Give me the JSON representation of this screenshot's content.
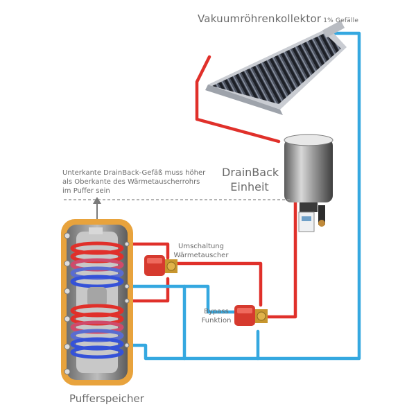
{
  "labels": {
    "collector": "Vakuumröhrenkollektor",
    "slope": "1% Gefälle",
    "drainback_line1": "DrainBack",
    "drainback_line2": "Einheit",
    "note_line1": "Unterkante DrainBack-Gefäß muss höher",
    "note_line2": "als Oberkante des Wärmetauscherrohrs",
    "note_line3": "im Puffer sein",
    "switch_line1": "Umschaltung",
    "switch_line2": "Wärmetauscher",
    "bypass_line1": "Bypass",
    "bypass_line2": "Funktion",
    "tank": "Pufferspeicher"
  },
  "colors": {
    "hot_pipe": "#e0302a",
    "cold_pipe": "#35a8e0",
    "insulation": "#e8a33d",
    "tank_body": "#8a8a8a",
    "valve": "#d63a2e",
    "text": "#6b6b6b"
  }
}
